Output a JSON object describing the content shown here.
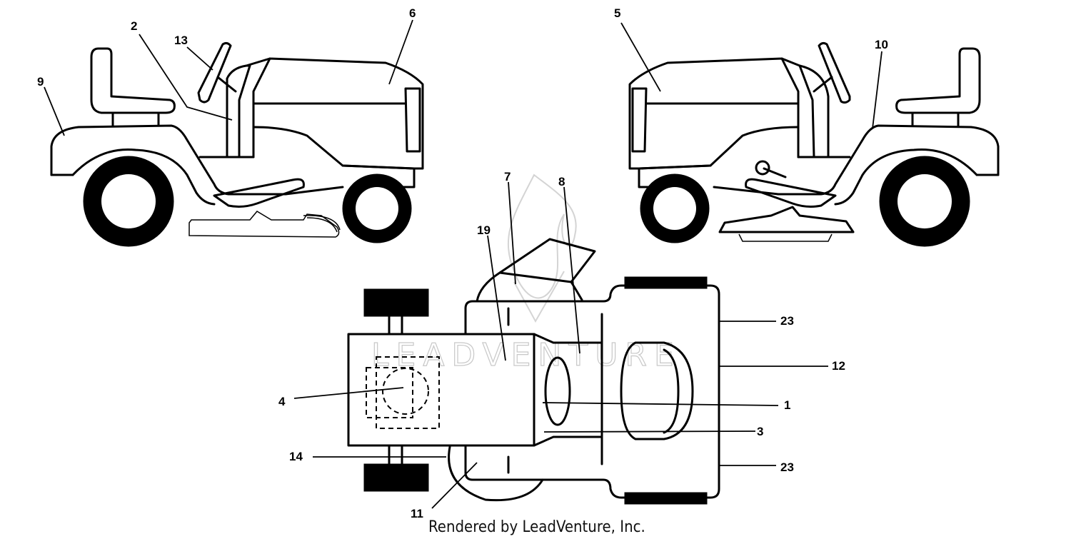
{
  "watermark": {
    "text": "LEADVENTURE"
  },
  "credit": "Rendered by LeadVenture, Inc.",
  "callouts": [
    {
      "id": "c1",
      "label": "1"
    },
    {
      "id": "c2",
      "label": "2"
    },
    {
      "id": "c3",
      "label": "3"
    },
    {
      "id": "c4",
      "label": "4"
    },
    {
      "id": "c5",
      "label": "5"
    },
    {
      "id": "c6",
      "label": "6"
    },
    {
      "id": "c7",
      "label": "7"
    },
    {
      "id": "c8",
      "label": "8"
    },
    {
      "id": "c9",
      "label": "9"
    },
    {
      "id": "c10",
      "label": "10"
    },
    {
      "id": "c11",
      "label": "11"
    },
    {
      "id": "c12",
      "label": "12"
    },
    {
      "id": "c13",
      "label": "13"
    },
    {
      "id": "c14",
      "label": "14"
    },
    {
      "id": "c19",
      "label": "19"
    },
    {
      "id": "c23a",
      "label": "23"
    },
    {
      "id": "c23b",
      "label": "23"
    }
  ]
}
